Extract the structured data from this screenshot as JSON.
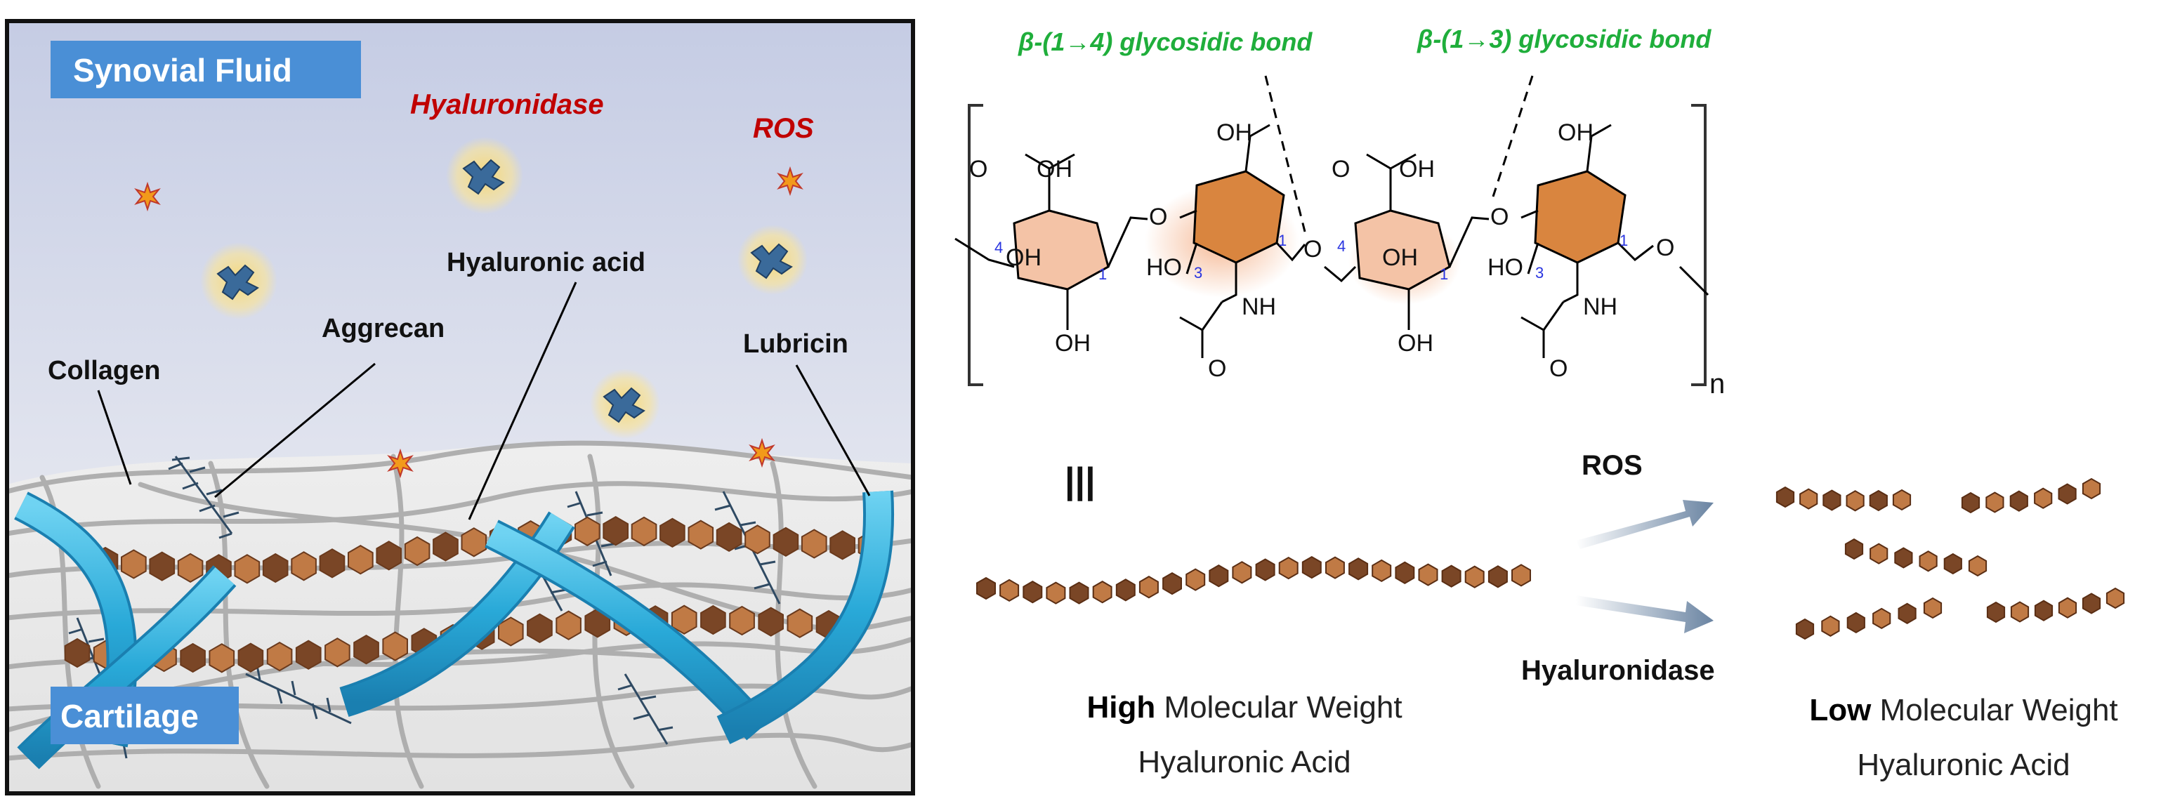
{
  "left_panel": {
    "synovial_label": "Synovial Fluid",
    "cartilage_label": "Cartilage",
    "hyaluronidase_label": "Hyaluronidase",
    "ros_label": "ROS",
    "hyaluronic_acid_label": "Hyaluronic acid",
    "aggrecan_label": "Aggrecan",
    "collagen_label": "Collagen",
    "lubricin_label": "Lubricin"
  },
  "structure": {
    "bond_14": "β-(1→4) glycosidic bond",
    "bond_13": "β-(1→3) glycosidic bond",
    "subscript": "n",
    "atoms": {
      "O": "O",
      "OH": "OH",
      "HO": "HO",
      "NH": "NH",
      "OH_group": "OH"
    },
    "ring_numbers": {
      "one": "1",
      "three": "3",
      "four": "4"
    }
  },
  "right_panel": {
    "equiv_symbol": "|||",
    "ros_label": "ROS",
    "hyaluronidase_label": "Hyaluronidase",
    "high_bold": "High",
    "high_rest": " Molecular Weight",
    "high_line2": "Hyaluronic Acid",
    "low_bold": "Low",
    "low_rest": " Molecular Weight",
    "low_line2": "Hyaluronic Acid"
  },
  "colors": {
    "fluid_top": "#c8cfe5",
    "fluid_bottom": "#f2f2f4",
    "label_box": "#4a8fd6",
    "tube": "#2fb0dc",
    "chain_light": "#c07a45",
    "chain_dark": "#7a4626",
    "ring_light": "#f4c3a6",
    "ring_dark": "#d9853f",
    "green": "#1fae3b",
    "red": "#c00000"
  }
}
